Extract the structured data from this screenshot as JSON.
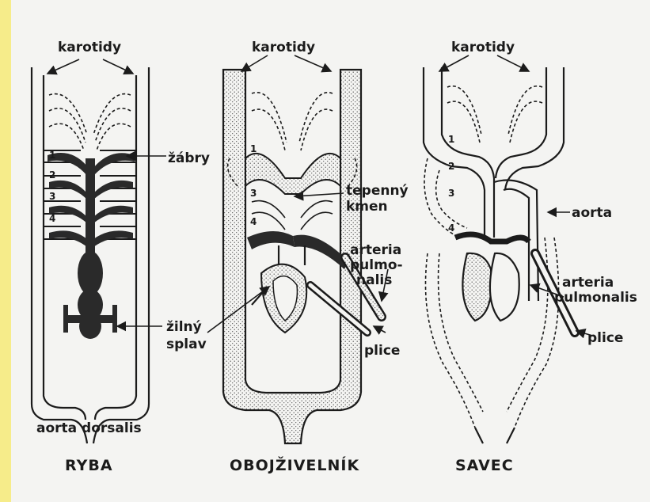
{
  "colors": {
    "ink": "#1b1b1b",
    "paper": "#f4f4f2",
    "margin_bar": "#f6ec8a",
    "stipple": "#555555"
  },
  "labels": {
    "karotidy": "karotidy",
    "zabry": "žábry",
    "tepenny_kmen_1": "tepenný",
    "tepenny_kmen_2": "kmen",
    "aorta": "aorta",
    "arteria_pulmonalis_a_1": "arteria",
    "arteria_pulmonalis_a_2": "pulmo-",
    "arteria_pulmonalis_a_3": "nalis",
    "arteria_pulmonalis_b_1": "arteria",
    "arteria_pulmonalis_b_2": "pulmonalis",
    "zilny_splav_1": "žilný",
    "zilny_splav_2": "splav",
    "plice_1": "plice",
    "plice_2": "plice",
    "aorta_dorsalis": "aorta dorsalis"
  },
  "arch_numbers": [
    "1",
    "2",
    "3",
    "4"
  ],
  "captions": {
    "ryba": "RYBA",
    "obojzivelnik": "OBOJŽIVELNÍK",
    "savec": "SAVEC"
  }
}
